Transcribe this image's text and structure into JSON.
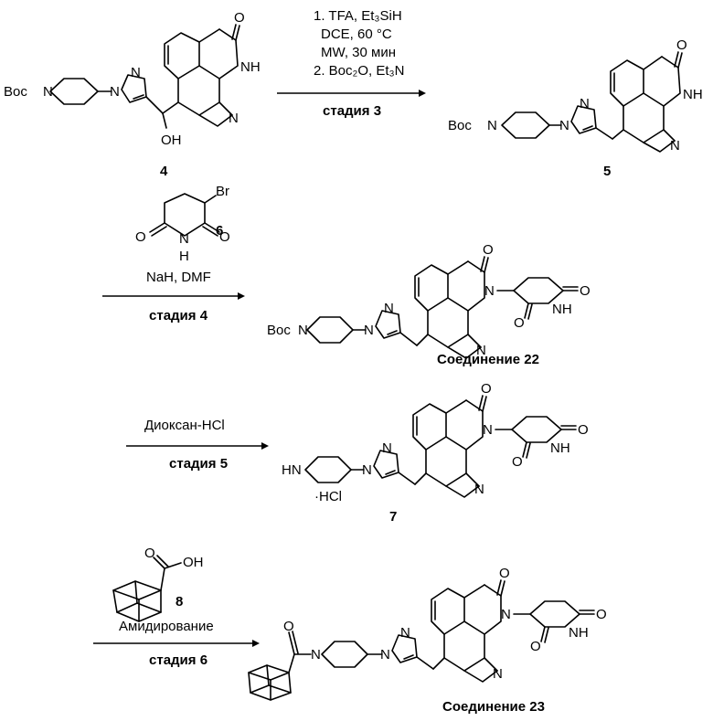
{
  "steps": [
    {
      "conditions": [
        "1. TFA, Et₃SiH",
        "DCE, 60 °C",
        "MW, 30 мин",
        "2. Boc₂O, Et₃N"
      ],
      "stage": "стадия 3"
    },
    {
      "reagent_label": "Br",
      "reagent_number": "6",
      "reagent_atom_h": "H",
      "conditions": [
        "NaH, DMF"
      ],
      "stage": "стадия 4"
    },
    {
      "conditions": [
        "Диоксан-HCl"
      ],
      "stage": "стадия 5"
    },
    {
      "reagent_label": "OH",
      "reagent_number": "8",
      "conditions": [
        "Амидирование"
      ],
      "stage": "стадия 6"
    }
  ],
  "compounds": {
    "c4": {
      "label": "4",
      "boc": "Boc",
      "n": "N",
      "nh": "NH",
      "oh": "OH",
      "o": "O"
    },
    "c5": {
      "label": "5",
      "boc": "Boc",
      "n": "N",
      "nh": "NH",
      "o": "O"
    },
    "c22": {
      "label": "Соединение 22",
      "boc": "Boc",
      "n": "N",
      "nh": "NH",
      "o": "O"
    },
    "c7": {
      "label": "7",
      "hn": "HN",
      "salt": "·HCl",
      "n": "N",
      "nh": "NH",
      "o": "O"
    },
    "c23": {
      "label": "Соединение 23",
      "n": "N",
      "nh": "NH",
      "o": "O"
    }
  }
}
